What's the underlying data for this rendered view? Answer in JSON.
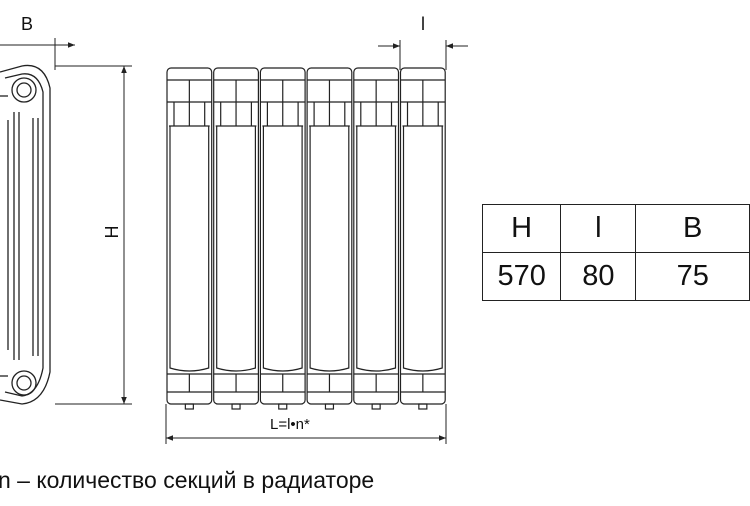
{
  "dimension_labels": {
    "b": "B",
    "l": "l",
    "h": "H",
    "length_formula": "L=l•n*"
  },
  "spec_table": {
    "headers": [
      "H",
      "l",
      "B"
    ],
    "values": [
      "570",
      "80",
      "75"
    ]
  },
  "footnote": "n – количество секций в радиаторе",
  "colors": {
    "line": "#222222",
    "background": "#ffffff"
  },
  "section_count": 6
}
